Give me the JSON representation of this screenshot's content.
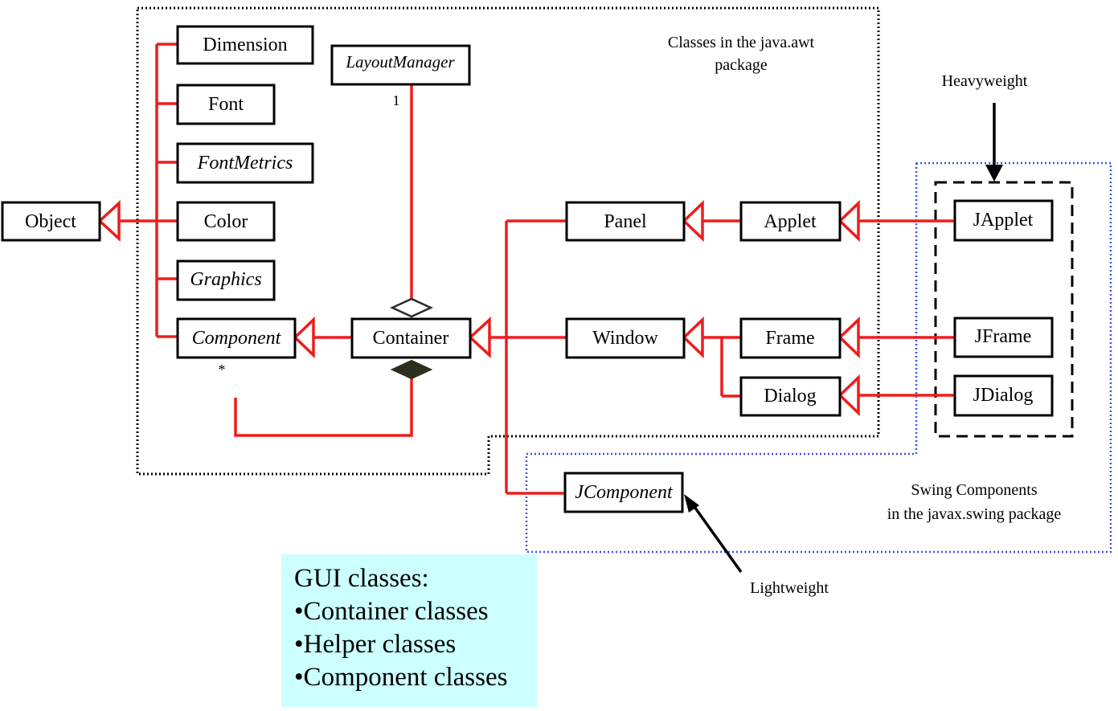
{
  "classes": {
    "object": "Object",
    "dimension": "Dimension",
    "font": "Font",
    "fontmetrics": "FontMetrics",
    "color": "Color",
    "graphics": "Graphics",
    "component": "Component",
    "layoutmanager": "LayoutManager",
    "container": "Container",
    "panel": "Panel",
    "applet": "Applet",
    "window": "Window",
    "frame": "Frame",
    "dialog": "Dialog",
    "japplet": "JApplet",
    "jframe": "JFrame",
    "jdialog": "JDialog",
    "jcomponent": "JComponent"
  },
  "multiplicity": {
    "layout_one": "1",
    "component_many": "*"
  },
  "labels": {
    "awt_line1": "Classes in the java.awt",
    "awt_line2": "package",
    "heavyweight": "Heavyweight",
    "lightweight": "Lightweight",
    "swing_line1": "Swing Components",
    "swing_line2": "in the javax.swing package"
  },
  "legend": {
    "title": "GUI classes:",
    "items": [
      "•Container classes",
      "•Helper classes",
      "•Component classes"
    ]
  },
  "colors": {
    "relation": "#ee1c1c",
    "awt_border": "#000000",
    "swing_border": "#3355ee",
    "legend_background": "#ccffff"
  }
}
